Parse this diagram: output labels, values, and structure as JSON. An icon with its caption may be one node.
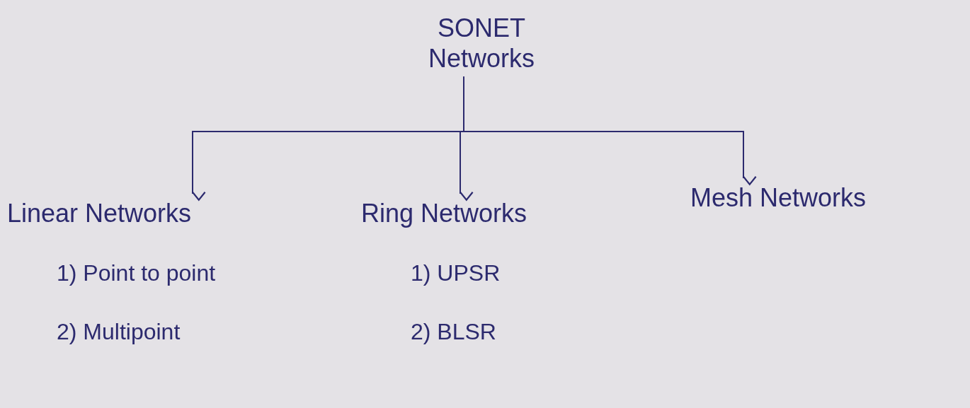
{
  "diagram": {
    "nodes": [
      {
        "text": [
          "SONET Networks"
        ]
      },
      {
        "text": [
          "Linear Networks"
        ],
        "beside": [
          "1) Point to point",
          "2) Multipoint"
        ]
      },
      {
        "text": [
          "Ring Networks"
        ],
        "beside": [
          "1) UPSR",
          "2) BLSR"
        ]
      },
      {
        "text": [
          "Mesh Networks"
        ]
      }
    ],
    "edges": [
      {
        "from": 0,
        "to": 1,
        "arrow": "to"
      },
      {
        "from": 0,
        "to": 2,
        "arrow": "to"
      },
      {
        "from": 0,
        "to": 3,
        "arrow": "to"
      }
    ]
  }
}
